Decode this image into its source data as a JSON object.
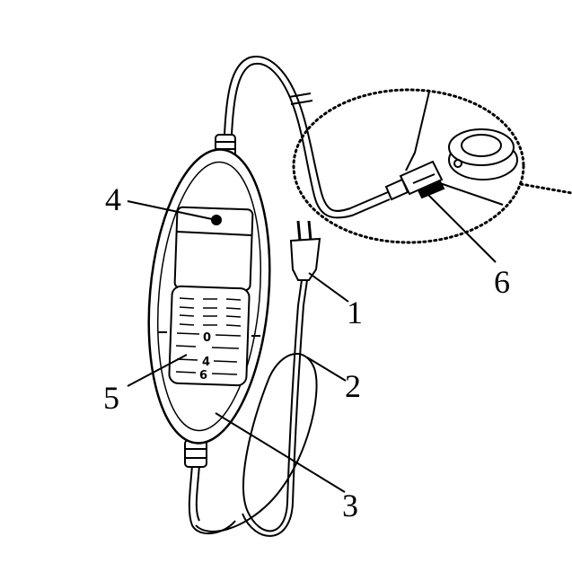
{
  "diagram": {
    "callouts": [
      {
        "id": "1",
        "label": "1",
        "part": "plug"
      },
      {
        "id": "2",
        "label": "2",
        "part": "power-cord"
      },
      {
        "id": "3",
        "label": "3",
        "part": "controller"
      },
      {
        "id": "4",
        "label": "4",
        "part": "indicator-light"
      },
      {
        "id": "5",
        "label": "5",
        "part": "setting-slider"
      },
      {
        "id": "6",
        "label": "6",
        "part": "connector"
      }
    ],
    "dial_markings": [
      "0",
      "4",
      "6"
    ],
    "colors": {
      "line": "#000000",
      "background": "#ffffff"
    }
  }
}
